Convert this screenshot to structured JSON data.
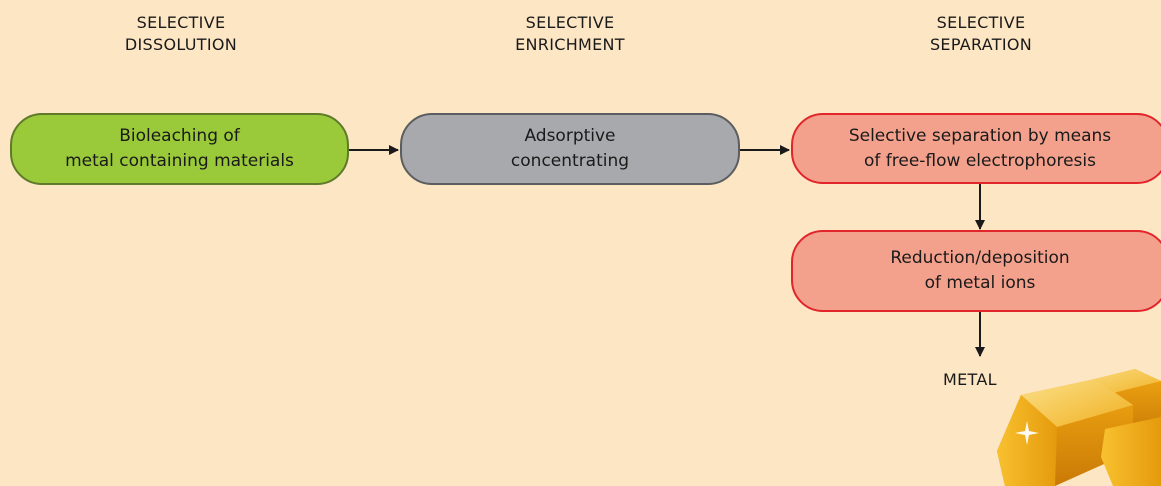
{
  "stages": [
    {
      "line1": "SELECTIVE",
      "line2": "DISSOLUTION"
    },
    {
      "line1": "SELECTIVE",
      "line2": "ENRICHMENT"
    },
    {
      "line1": "SELECTIVE",
      "line2": "SEPARATION"
    }
  ],
  "boxes": {
    "bioleaching": {
      "line1": "Bioleaching of",
      "line2": "metal containing materials"
    },
    "adsorptive": {
      "line1": "Adsorptive",
      "line2": "concentrating"
    },
    "separation": {
      "line1": "Selective separation by means",
      "line2": "of free-flow electrophoresis"
    },
    "reduction": {
      "line1": "Reduction/deposition",
      "line2": "of metal ions"
    }
  },
  "output_label": "METAL",
  "colors": {
    "background": "#fde6c4",
    "green_box": "#9ac93a",
    "gray_box": "#a7a9ac",
    "red_box": "#f3a18c",
    "red_border": "#e2252b",
    "gold": "#f2b21b"
  }
}
